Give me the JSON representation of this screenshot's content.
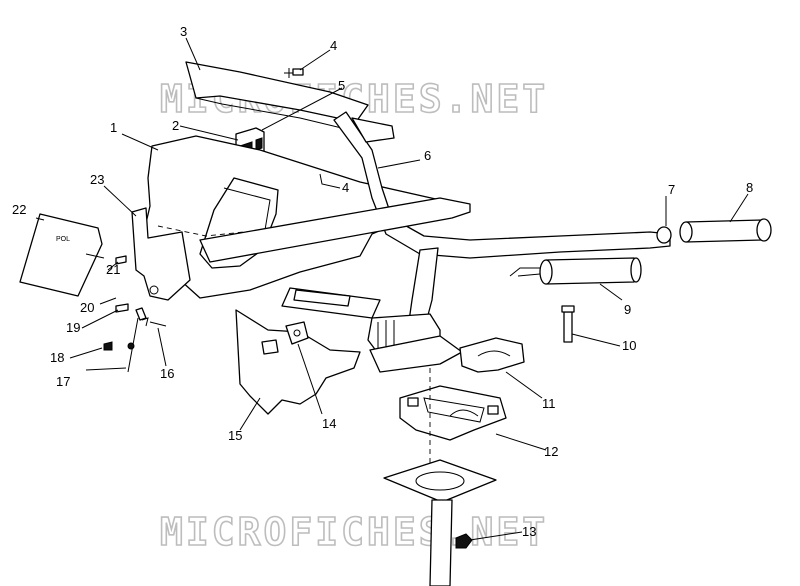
{
  "watermark": {
    "top_text": "MICROFICHES.NET",
    "bottom_text": "MICROFICHES.NET"
  },
  "decal": {
    "text": "POL"
  },
  "callouts": [
    {
      "id": "1",
      "text": "1"
    },
    {
      "id": "2",
      "text": "2"
    },
    {
      "id": "3",
      "text": "3"
    },
    {
      "id": "4a",
      "text": "4"
    },
    {
      "id": "4b",
      "text": "4"
    },
    {
      "id": "5",
      "text": "5"
    },
    {
      "id": "6",
      "text": "6"
    },
    {
      "id": "7",
      "text": "7"
    },
    {
      "id": "8",
      "text": "8"
    },
    {
      "id": "9",
      "text": "9"
    },
    {
      "id": "10",
      "text": "10"
    },
    {
      "id": "11",
      "text": "11"
    },
    {
      "id": "12",
      "text": "12"
    },
    {
      "id": "13",
      "text": "13"
    },
    {
      "id": "14",
      "text": "14"
    },
    {
      "id": "15",
      "text": "15"
    },
    {
      "id": "16",
      "text": "16"
    },
    {
      "id": "17",
      "text": "17"
    },
    {
      "id": "18",
      "text": "18"
    },
    {
      "id": "19",
      "text": "19"
    },
    {
      "id": "20",
      "text": "20"
    },
    {
      "id": "21",
      "text": "21"
    },
    {
      "id": "22",
      "text": "22"
    },
    {
      "id": "23",
      "text": "23"
    }
  ]
}
